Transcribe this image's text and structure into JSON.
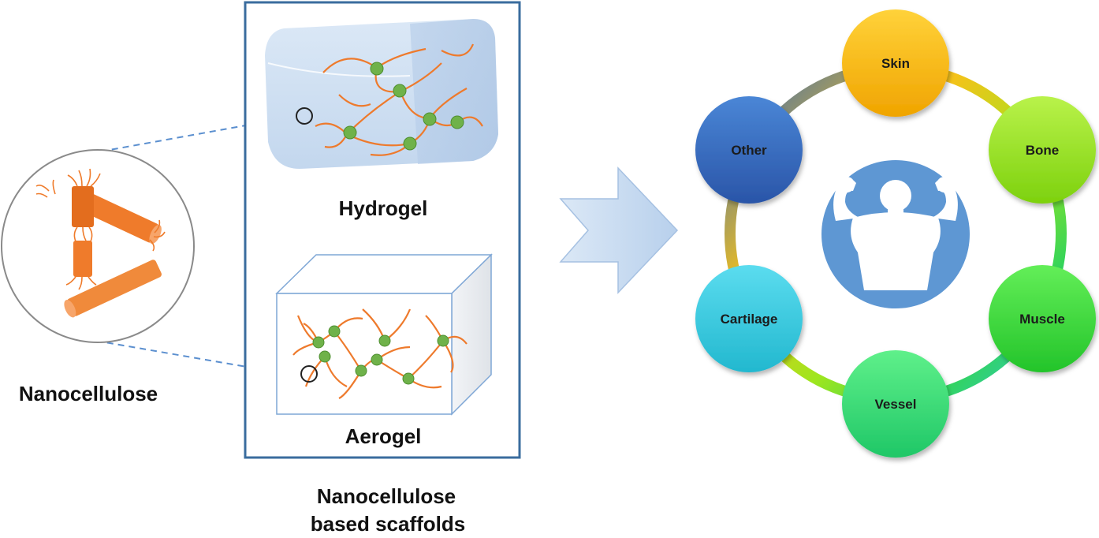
{
  "labels": {
    "nanocellulose": "Nanocellulose",
    "hydrogel": "Hydrogel",
    "aerogel": "Aerogel",
    "scaffolds_line1": "Nanocellulose",
    "scaffolds_line2": "based scaffolds"
  },
  "applications": [
    {
      "label": "Skin",
      "color_top": "#ffd23a",
      "color_bottom": "#f0a400"
    },
    {
      "label": "Bone",
      "color_top": "#b9f24a",
      "color_bottom": "#7dd10e"
    },
    {
      "label": "Muscle",
      "color_top": "#63ee58",
      "color_bottom": "#23c42a"
    },
    {
      "label": "Vessel",
      "color_top": "#5ff08a",
      "color_bottom": "#1fc767"
    },
    {
      "label": "Cartilage",
      "color_top": "#5bdcef",
      "color_bottom": "#22b8cf"
    },
    {
      "label": "Other",
      "color_top": "#4a86d6",
      "color_bottom": "#2a55a8"
    }
  ],
  "colors": {
    "fiber": "#ee7a2c",
    "crosslink": "#6fb24a",
    "frame": "#3a6c9e",
    "arrow": "#c9dcf1",
    "center": "#5e97d3"
  },
  "icons": {
    "center": "bodybuilder-icon",
    "arrow": "right-arrow-icon"
  }
}
